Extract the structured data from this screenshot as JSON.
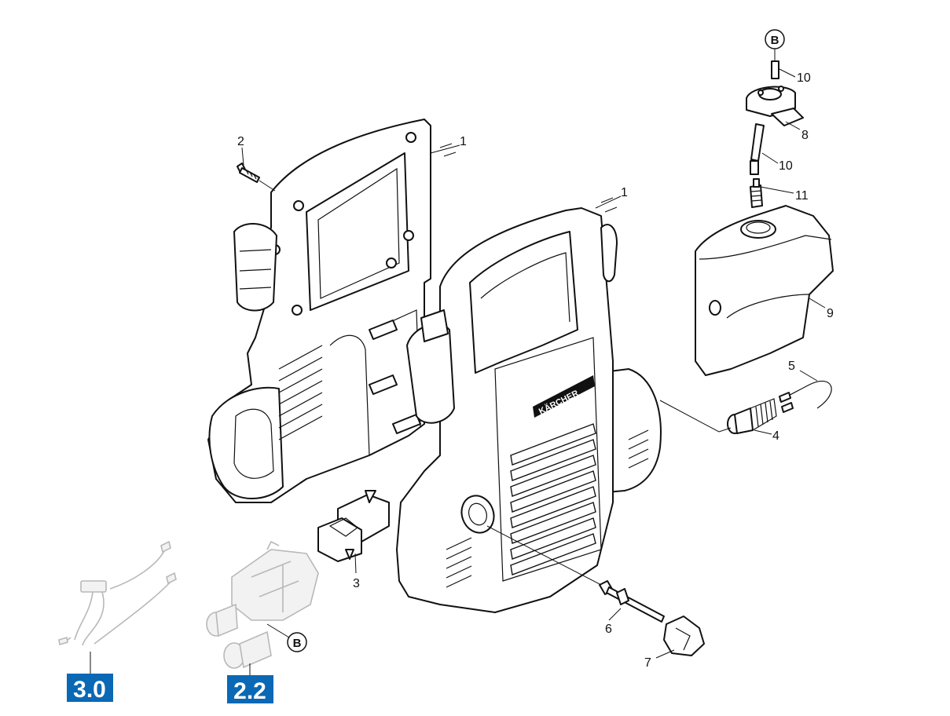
{
  "diagram": {
    "brand_logo": "KÄRCHER",
    "labels": [
      {
        "id": "lbl-1a",
        "text": "1"
      },
      {
        "id": "lbl-1b",
        "text": "1"
      },
      {
        "id": "lbl-2",
        "text": "2"
      },
      {
        "id": "lbl-3",
        "text": "3"
      },
      {
        "id": "lbl-4",
        "text": "4"
      },
      {
        "id": "lbl-5",
        "text": "5"
      },
      {
        "id": "lbl-6",
        "text": "6"
      },
      {
        "id": "lbl-7",
        "text": "7"
      },
      {
        "id": "lbl-8",
        "text": "8"
      },
      {
        "id": "lbl-9",
        "text": "9"
      },
      {
        "id": "lbl-10a",
        "text": "10"
      },
      {
        "id": "lbl-10b",
        "text": "10"
      },
      {
        "id": "lbl-11",
        "text": "11"
      }
    ],
    "circle_markers": [
      {
        "id": "marker-top",
        "text": "B"
      },
      {
        "id": "marker-bottom",
        "text": "B"
      }
    ],
    "section_badges": [
      {
        "id": "badge-3-0",
        "text": "3.0"
      },
      {
        "id": "badge-2-2",
        "text": "2.2"
      }
    ],
    "colors": {
      "badge_blue": "#0a68b4",
      "line": "#111111",
      "ghost": "#b8b8b8"
    }
  }
}
